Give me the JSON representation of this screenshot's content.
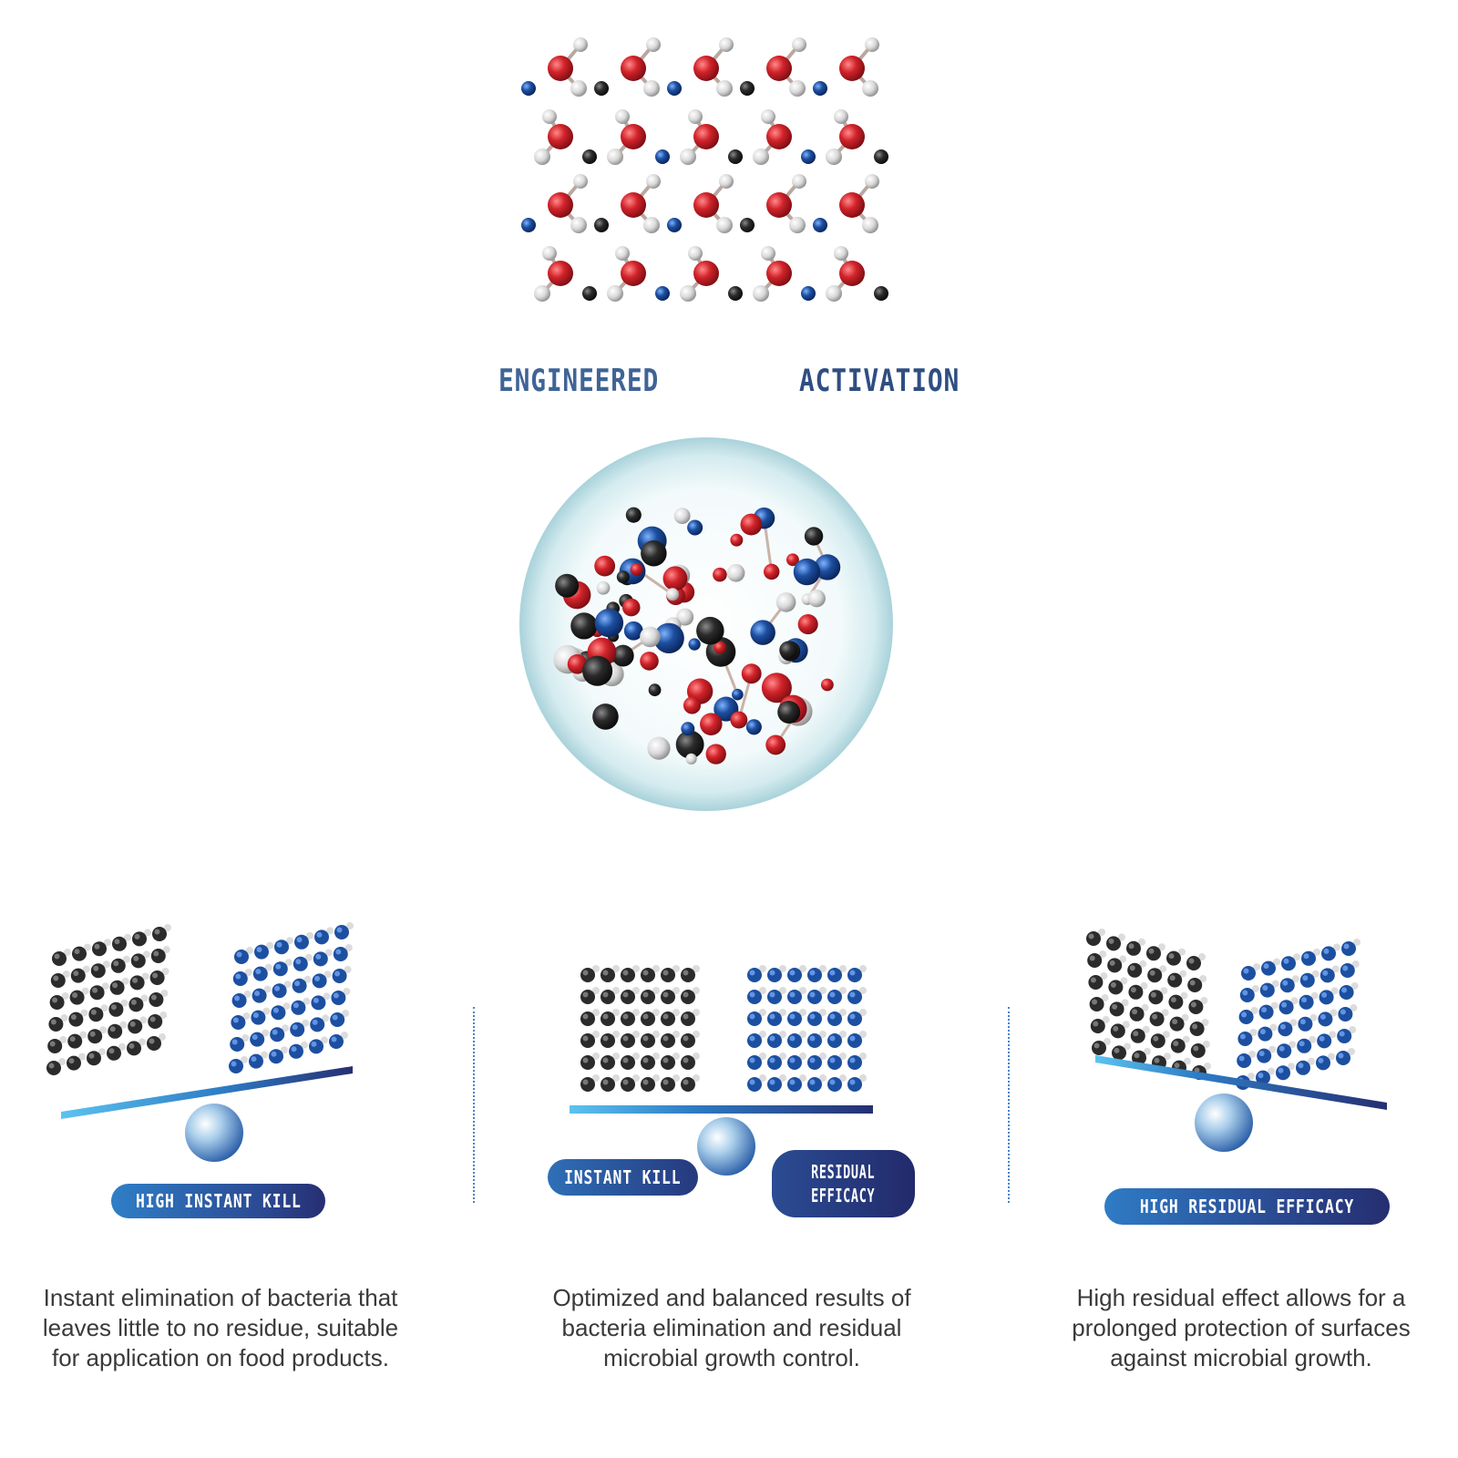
{
  "headings": {
    "left": "ENGINEERED",
    "right": "ACTIVATION"
  },
  "colors": {
    "oxygen_red": "#d2232a",
    "hydrogen_white": "#e6e6e6",
    "nitrogen_blue": "#1d4fa0",
    "carbon_black": "#2b2b2b",
    "bubble": "#b9dde3",
    "accent_light_blue": "#4fb6e8",
    "accent_navy": "#262f72",
    "divider": "#4b83c9"
  },
  "panels": [
    {
      "id": "left",
      "badge": "HIGH INSTANT KILL",
      "description": "Instant elimination of bacteria that leaves little to no residue, suitable for application on food products."
    },
    {
      "id": "middle",
      "badge_left": "INSTANT KILL",
      "badge_right_line1": "RESIDUAL",
      "badge_right_line2": "EFFICACY",
      "description": "Optimized and balanced results of bacteria elimination and residual microbial growth control."
    },
    {
      "id": "right",
      "badge": "HIGH RESIDUAL EFFICACY",
      "description": "High residual effect allows for a prolonged protection of surfaces against microbial growth."
    }
  ]
}
